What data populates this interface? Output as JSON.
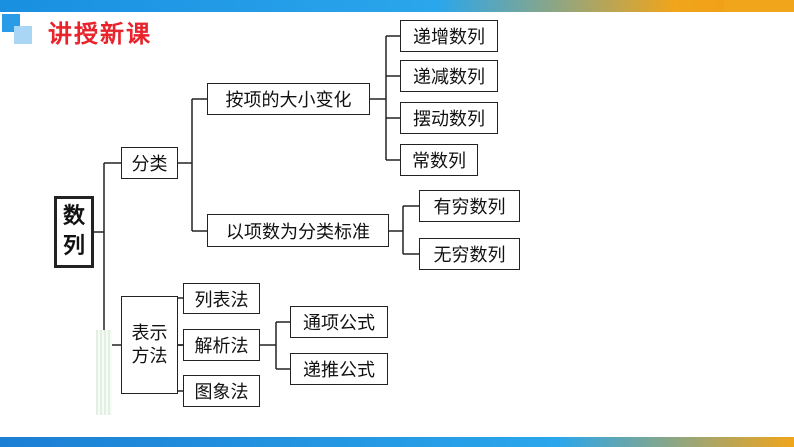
{
  "header": {
    "title": "讲授新课"
  },
  "root": {
    "label": "数列"
  },
  "level1": {
    "classify": {
      "label": "分类"
    },
    "representation": {
      "label": "表示方法"
    }
  },
  "classify_children": {
    "by_size": {
      "label": "按项的大小变化"
    },
    "by_count": {
      "label": "以项数为分类标准"
    }
  },
  "size_types": [
    {
      "label": "递增数列"
    },
    {
      "label": "递减数列"
    },
    {
      "label": "摆动数列"
    },
    {
      "label": "常数列"
    }
  ],
  "count_types": [
    {
      "label": "有穷数列"
    },
    {
      "label": "无穷数列"
    }
  ],
  "methods": [
    {
      "label": "列表法"
    },
    {
      "label": "解析法"
    },
    {
      "label": "图象法"
    }
  ],
  "formulas": [
    {
      "label": "通项公式"
    },
    {
      "label": "递推公式"
    }
  ],
  "colors": {
    "title_red": "#e8232c",
    "bar_blue": "#1a8fe0",
    "bar_orange": "#f0a51b"
  }
}
